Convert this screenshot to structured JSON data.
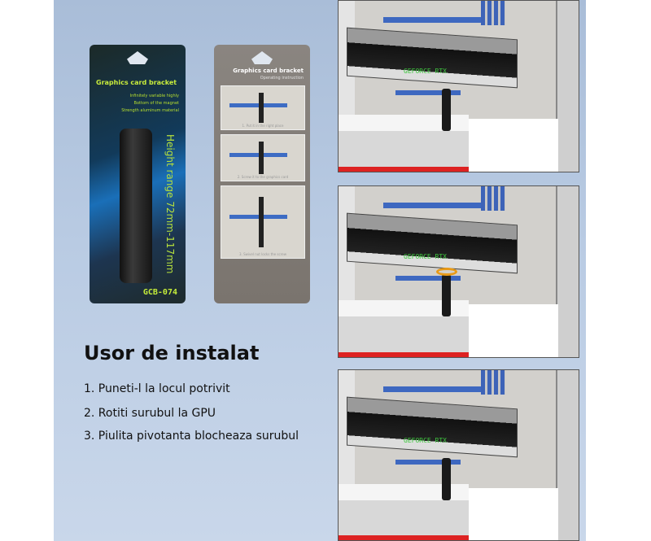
{
  "packaging": {
    "front": {
      "title": "Graphics card bracket",
      "bullets": [
        "Infinitely variable highly",
        "Bottom of the magnet",
        "Strength aluminum material"
      ],
      "height_range": "Height range 72mm-117mm",
      "model": "GCB-074"
    },
    "back": {
      "title": "Graphics card bracket",
      "subtitle": "Operating instruction",
      "steps": [
        "1. Put it in the right place",
        "2. Screw it to the graphics card",
        "3. Swivel nut locks the screw"
      ]
    }
  },
  "heading": "Usor de instalat",
  "steps": [
    "1. Puneti-l la locul potrivit",
    "2. Rotiti surubul la GPU",
    "3. Piulita pivotanta blocheaza surubul"
  ],
  "illustrations": {
    "gpu_label": "GEFORCE RTX"
  },
  "colors": {
    "accent": "#c4ec3a",
    "background": "#b9cbe3"
  }
}
